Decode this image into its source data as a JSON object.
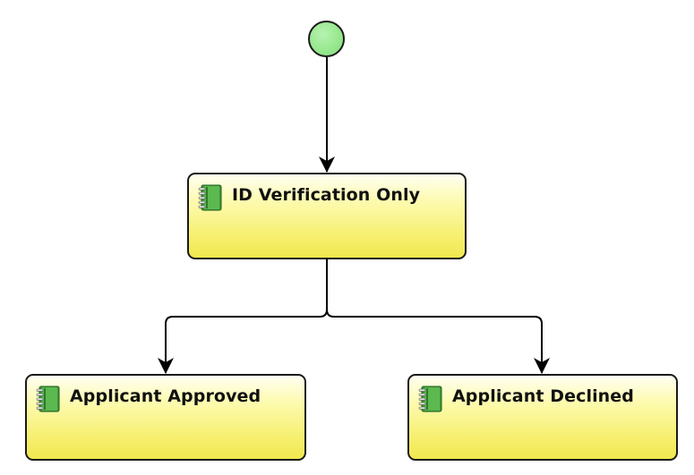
{
  "diagram": {
    "start_node": {
      "shape": "circle",
      "fill_color": "#98e88f"
    },
    "nodes": [
      {
        "id": "id-verification",
        "label": "ID Verification Only",
        "icon": "notebook-icon"
      },
      {
        "id": "applicant-approved",
        "label": "Applicant Approved",
        "icon": "notebook-icon"
      },
      {
        "id": "applicant-declined",
        "label": "Applicant Declined",
        "icon": "notebook-icon"
      }
    ],
    "edges": [
      {
        "from": "start",
        "to": "id-verification"
      },
      {
        "from": "id-verification",
        "to": "applicant-approved"
      },
      {
        "from": "id-verification",
        "to": "applicant-declined"
      }
    ],
    "colors": {
      "node_fill_top": "#fffff3",
      "node_fill_bottom": "#f1e84e",
      "node_border": "#1a1a1a",
      "edge_color": "#000000",
      "icon_green": "#3f9a3c"
    }
  }
}
